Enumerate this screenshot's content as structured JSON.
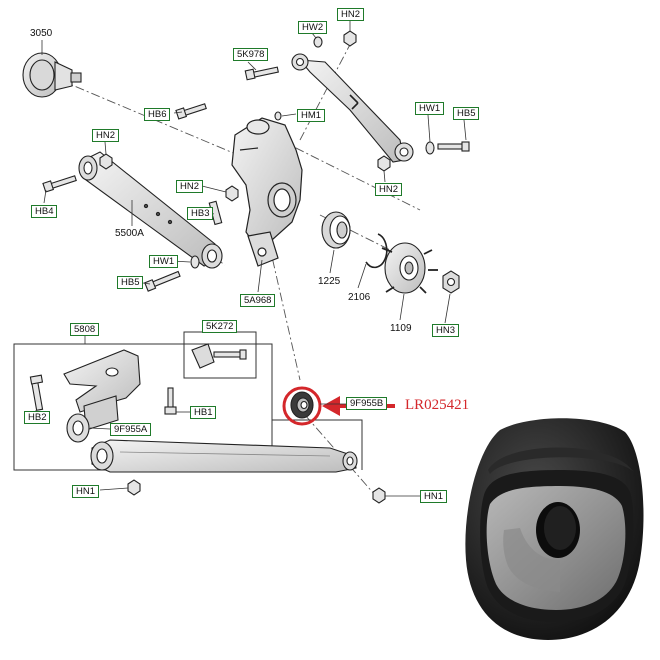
{
  "colors": {
    "tag_border": "#1f7a2a",
    "highlight": "#d4272b",
    "line": "#333333"
  },
  "part_number": "LR025421",
  "plain_labels": {
    "l3050": "3050",
    "l5500A": "5500A",
    "l1225": "1225",
    "l2106": "2106",
    "l1109": "1109"
  },
  "tags": {
    "hn2_top": "HN2",
    "hw2_top": "HW2",
    "k5978": "5K978",
    "hb6": "HB6",
    "hm1": "HM1",
    "hw1_right": "HW1",
    "hb5_right": "HB5",
    "hn2_left": "HN2",
    "hn2_mid": "HN2",
    "hn2_right": "HN2",
    "hb4": "HB4",
    "hb3": "HB3",
    "hw1_left": "HW1",
    "hb5_left": "HB5",
    "a5968": "5A968",
    "hn3": "HN3",
    "k5808": "5808",
    "k5272": "5K272",
    "hb2": "HB2",
    "hb1": "HB1",
    "f9955a": "9F955A",
    "f9955b": "9F955B",
    "hn1_left": "HN1",
    "hn1_right": "HN1"
  }
}
